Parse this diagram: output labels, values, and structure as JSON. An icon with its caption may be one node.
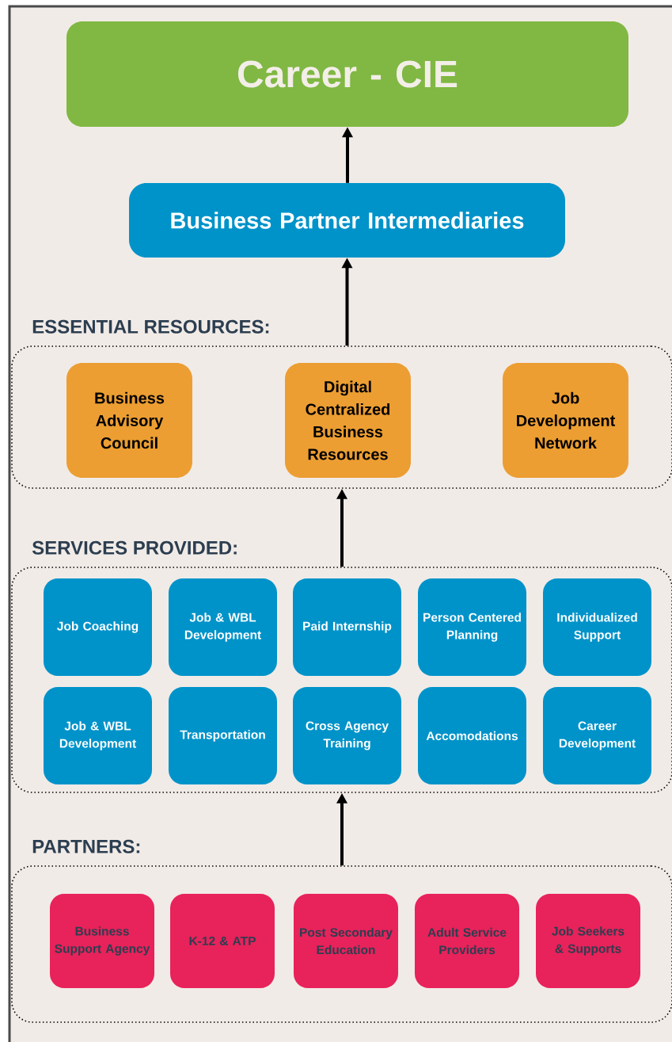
{
  "diagram": {
    "nodes": [
      {
        "text": [
          "Career - CIE"
        ]
      },
      {
        "text": [
          "Business Partner Intermediaries"
        ]
      },
      {
        "text": [
          "ESSENTIAL RESOURCES:"
        ]
      },
      {
        "text": [
          "Business Advisory Council"
        ],
        "in": 2
      },
      {
        "text": [
          "Digital Centralized Business Resources"
        ],
        "in": 2
      },
      {
        "text": [
          "Job Development Network"
        ],
        "in": 2
      },
      {
        "text": [
          "SERVICES PROVIDED:"
        ]
      },
      {
        "text": [
          "Job Coaching"
        ],
        "in": 6
      },
      {
        "text": [
          "Job & WBL Development"
        ],
        "in": 6
      },
      {
        "text": [
          "Paid Internship"
        ],
        "in": 6
      },
      {
        "text": [
          "Person Centered Planning"
        ],
        "in": 6
      },
      {
        "text": [
          "Individualized Support"
        ],
        "in": 6
      },
      {
        "text": [
          "Job & WBL Development"
        ],
        "in": 6
      },
      {
        "text": [
          "Transportation"
        ],
        "in": 6
      },
      {
        "text": [
          "Cross Agency Training"
        ],
        "in": 6
      },
      {
        "text": [
          "Accomodations"
        ],
        "in": 6
      },
      {
        "text": [
          "Career Development"
        ],
        "in": 6
      },
      {
        "text": [
          "PARTNERS:"
        ]
      },
      {
        "text": [
          "Business Support Agency"
        ],
        "in": 17
      },
      {
        "text": [
          "K-12 & ATP"
        ],
        "in": 17
      },
      {
        "text": [
          "Post Secondary Education"
        ],
        "in": 17
      },
      {
        "text": [
          "Adult Service Providers"
        ],
        "in": 17
      },
      {
        "text": [
          "Job Seekers & Supports"
        ],
        "in": 17
      }
    ],
    "edges": [
      {
        "from": 1,
        "to": 0,
        "arrow": "to"
      },
      {
        "from": 2,
        "to": 1,
        "arrow": "to"
      },
      {
        "from": 6,
        "to": 2,
        "arrow": "to"
      },
      {
        "from": 17,
        "to": 6,
        "arrow": "to"
      }
    ]
  }
}
